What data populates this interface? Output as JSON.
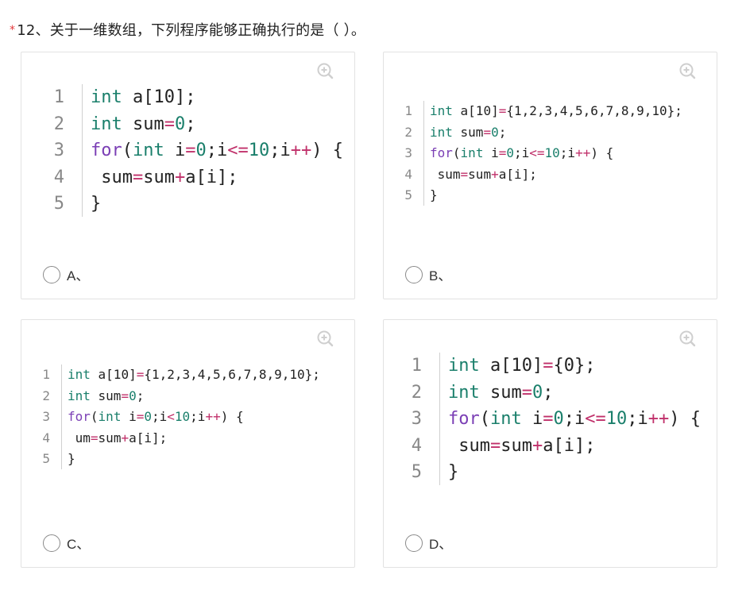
{
  "question": {
    "required_mark": "*",
    "title": "12、关于一维数组，下列程序能够正确执行的是（ ）。"
  },
  "options": {
    "a": {
      "label": "A、",
      "line_numbers": [
        "1",
        "2",
        "3",
        "4",
        "5"
      ],
      "code": [
        [
          [
            "kw",
            "int"
          ],
          [
            "",
            "  a[10];"
          ]
        ],
        [
          [
            "kw",
            "int"
          ],
          [
            "",
            "  sum"
          ],
          [
            "op",
            "="
          ],
          [
            "num",
            "0"
          ],
          [
            "",
            ";"
          ]
        ],
        [
          [
            "for",
            "for"
          ],
          [
            "",
            "("
          ],
          [
            "kw",
            "int"
          ],
          [
            "",
            "  i"
          ],
          [
            "op",
            "="
          ],
          [
            "num",
            "0"
          ],
          [
            "",
            ";i"
          ],
          [
            "op",
            "<="
          ],
          [
            "num",
            "10"
          ],
          [
            "",
            ";i"
          ],
          [
            "op",
            "++"
          ],
          [
            "",
            ")  {"
          ]
        ],
        [
          [
            "",
            "  sum"
          ],
          [
            "op",
            "="
          ],
          [
            "",
            "sum"
          ],
          [
            "op",
            "+"
          ],
          [
            "",
            "a[i];"
          ]
        ],
        [
          [
            "",
            "}"
          ]
        ]
      ]
    },
    "b": {
      "label": "B、",
      "line_numbers": [
        "1",
        "2",
        "3",
        "4",
        "5"
      ],
      "code": [
        [
          [
            "kw",
            "int"
          ],
          [
            "",
            "  a[10]"
          ],
          [
            "op",
            "="
          ],
          [
            "",
            "{1,2,3,4,5,6,7,8,9,10};"
          ]
        ],
        [
          [
            "kw",
            "int"
          ],
          [
            "",
            "  sum"
          ],
          [
            "op",
            "="
          ],
          [
            "num",
            "0"
          ],
          [
            "",
            ";"
          ]
        ],
        [
          [
            "for",
            "for"
          ],
          [
            "",
            "("
          ],
          [
            "kw",
            "int"
          ],
          [
            "",
            "  i"
          ],
          [
            "op",
            "="
          ],
          [
            "num",
            "0"
          ],
          [
            "",
            ";i"
          ],
          [
            "op",
            "<="
          ],
          [
            "num",
            "10"
          ],
          [
            "",
            ";i"
          ],
          [
            "op",
            "++"
          ],
          [
            "",
            ")  {"
          ]
        ],
        [
          [
            "",
            "  sum"
          ],
          [
            "op",
            "="
          ],
          [
            "",
            "sum"
          ],
          [
            "op",
            "+"
          ],
          [
            "",
            "a[i];"
          ]
        ],
        [
          [
            "",
            "}"
          ]
        ]
      ]
    },
    "c": {
      "label": "C、",
      "line_numbers": [
        "1",
        "2",
        "3",
        "4",
        "5"
      ],
      "code": [
        [
          [
            "kw",
            "int"
          ],
          [
            "",
            "  a[10]"
          ],
          [
            "op",
            "="
          ],
          [
            "",
            "{1,2,3,4,5,6,7,8,9,10};"
          ]
        ],
        [
          [
            "kw",
            "int"
          ],
          [
            "",
            "  sum"
          ],
          [
            "op",
            "="
          ],
          [
            "num",
            "0"
          ],
          [
            "",
            ";"
          ]
        ],
        [
          [
            "for",
            "for"
          ],
          [
            "",
            "("
          ],
          [
            "kw",
            "int"
          ],
          [
            "",
            "  i"
          ],
          [
            "op",
            "="
          ],
          [
            "num",
            "0"
          ],
          [
            "",
            ";i"
          ],
          [
            "op",
            "<"
          ],
          [
            "num",
            "10"
          ],
          [
            "",
            ";i"
          ],
          [
            "op",
            "++"
          ],
          [
            "",
            ")  {"
          ]
        ],
        [
          [
            "",
            "  um"
          ],
          [
            "op",
            "="
          ],
          [
            "",
            "sum"
          ],
          [
            "op",
            "+"
          ],
          [
            "",
            "a[i];"
          ]
        ],
        [
          [
            "",
            "}"
          ]
        ]
      ]
    },
    "d": {
      "label": "D、",
      "line_numbers": [
        "1",
        "2",
        "3",
        "4",
        "5"
      ],
      "code": [
        [
          [
            "kw",
            "int"
          ],
          [
            "",
            "  a[10]"
          ],
          [
            "op",
            "="
          ],
          [
            "",
            "{0};"
          ]
        ],
        [
          [
            "kw",
            "int"
          ],
          [
            "",
            "  sum"
          ],
          [
            "op",
            "="
          ],
          [
            "num",
            "0"
          ],
          [
            "",
            ";"
          ]
        ],
        [
          [
            "for",
            "for"
          ],
          [
            "",
            "("
          ],
          [
            "kw",
            "int"
          ],
          [
            "",
            "  i"
          ],
          [
            "op",
            "="
          ],
          [
            "num",
            "0"
          ],
          [
            "",
            ";i"
          ],
          [
            "op",
            "<="
          ],
          [
            "num",
            "10"
          ],
          [
            "",
            ";i"
          ],
          [
            "op",
            "++"
          ],
          [
            "",
            ")  {"
          ]
        ],
        [
          [
            "",
            "  sum"
          ],
          [
            "op",
            "="
          ],
          [
            "",
            "sum"
          ],
          [
            "op",
            "+"
          ],
          [
            "",
            "a[i];"
          ]
        ],
        [
          [
            "",
            "}"
          ]
        ]
      ]
    }
  },
  "colors": {
    "keyword": "#1a7f6b",
    "for_keyword": "#7b3fb5",
    "operator": "#c0306a",
    "required": "#e4393c"
  },
  "icons": {
    "zoom": "zoom-in-icon"
  }
}
